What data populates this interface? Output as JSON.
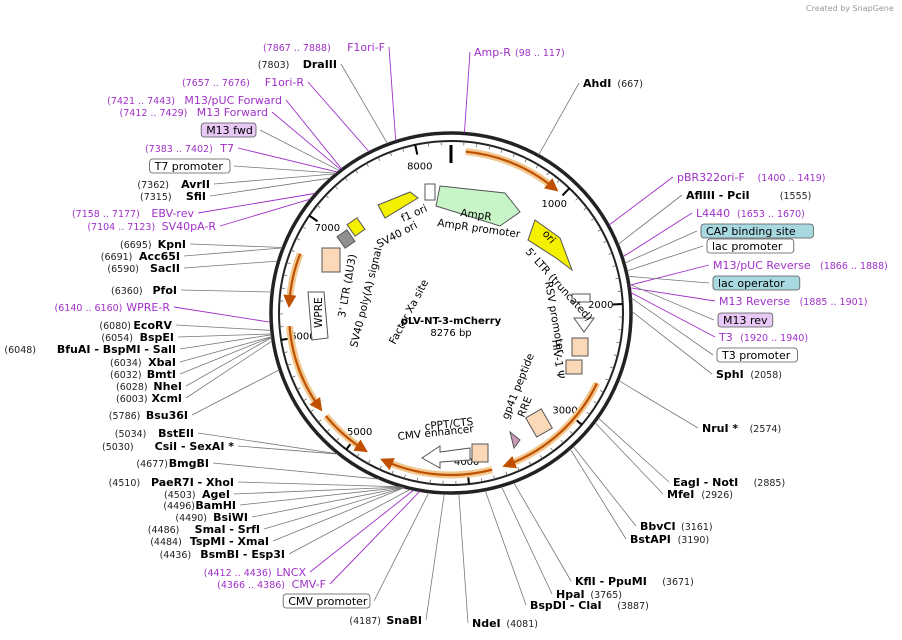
{
  "watermark": "Created by SnapGene",
  "plasmid": {
    "name": "pLV-NT-3-mCherry",
    "size": "8276 bp"
  },
  "ticks": [
    "1000",
    "2000",
    "3000",
    "4000",
    "5000",
    "6000",
    "7000",
    "8000"
  ],
  "features": {
    "ampr": "AmpR",
    "ampr_promoter": "AmpR promoter",
    "f1_ori": "f1 ori",
    "sv40_ori": "SV40 ori",
    "ori": "ori",
    "ltr5": "5' LTR (truncated)",
    "rsv": "RSV promoter",
    "hiv": "HIV-1 Ψ",
    "rre": "RRE",
    "gp41": "gp41 peptide",
    "cppt": "cPPT/CTS",
    "cmv_enh": "CMV enhancer",
    "wpre": "WPRE",
    "ltr3": "3' LTR (ΔU3)",
    "sv40pa": "SV40 poly(A) signal",
    "factor_xa": "Factor Xa site"
  },
  "left_labels": [
    {
      "id": "f1ori_f",
      "pos": "(7867 .. 7888)",
      "name": "F1ori-F",
      "kind": "primer"
    },
    {
      "id": "draiii",
      "pos": "(7803)",
      "name": "DraIII",
      "kind": "enzyme"
    },
    {
      "id": "f1ori_r",
      "pos": "(7657 .. 7676)",
      "name": "F1ori-R",
      "kind": "primer"
    },
    {
      "id": "m13puc_fwd",
      "pos": "(7421 .. 7443)",
      "name": "M13/pUC Forward",
      "kind": "primer"
    },
    {
      "id": "m13_forward",
      "pos": "(7412 .. 7429)",
      "name": "M13 Forward",
      "kind": "primer"
    },
    {
      "id": "m13_fwd",
      "pos": "",
      "name": "M13 fwd",
      "kind": "box-purple"
    },
    {
      "id": "t7",
      "pos": "(7383 .. 7402)",
      "name": "T7",
      "kind": "primer"
    },
    {
      "id": "t7_promoter",
      "pos": "",
      "name": "T7 promoter",
      "kind": "box-white"
    },
    {
      "id": "avrii",
      "pos": "(7362)",
      "name": "AvrII",
      "kind": "enzyme"
    },
    {
      "id": "sfii",
      "pos": "(7315)",
      "name": "SfiI",
      "kind": "enzyme"
    },
    {
      "id": "ebv_rev",
      "pos": "(7158 .. 7177)",
      "name": "EBV-rev",
      "kind": "primer"
    },
    {
      "id": "sv40pa_r",
      "pos": "(7104 .. 7123)",
      "name": "SV40pA-R",
      "kind": "primer"
    },
    {
      "id": "kpni",
      "pos": "(6695)",
      "name": "KpnI",
      "kind": "enzyme"
    },
    {
      "id": "acc65i",
      "pos": "(6691)",
      "name": "Acc65I",
      "kind": "enzyme"
    },
    {
      "id": "saci",
      "pos": "(6590)",
      "name": "SacII",
      "kind": "enzyme"
    },
    {
      "id": "pfoi",
      "pos": "(6360)",
      "name": "PfoI",
      "kind": "enzyme"
    },
    {
      "id": "wpre_r",
      "pos": "(6140 .. 6160)",
      "name": "WPRE-R",
      "kind": "primer"
    },
    {
      "id": "ecorv",
      "pos": "(6080)",
      "name": "EcoRV",
      "kind": "enzyme"
    },
    {
      "id": "bspei",
      "pos": "(6054)",
      "name": "BspEI",
      "kind": "enzyme"
    },
    {
      "id": "bfuai",
      "pos": "(6048)",
      "name": "BfuAI - BspMI - SalI",
      "kind": "enzyme"
    },
    {
      "id": "xbai",
      "pos": "(6034)",
      "name": "XbaI",
      "kind": "enzyme"
    },
    {
      "id": "bmti",
      "pos": "(6032)",
      "name": "BmtI",
      "kind": "enzyme"
    },
    {
      "id": "nhei",
      "pos": "(6028)",
      "name": "NheI",
      "kind": "enzyme"
    },
    {
      "id": "xcmi",
      "pos": "(6003)",
      "name": "XcmI",
      "kind": "enzyme"
    },
    {
      "id": "bsu36i",
      "pos": "(5786)",
      "name": "Bsu36I",
      "kind": "enzyme"
    },
    {
      "id": "bsteii",
      "pos": "(5034)",
      "name": "BstEII",
      "kind": "enzyme"
    },
    {
      "id": "csii",
      "pos": "(5030)",
      "name": "CsiI - SexAI *",
      "kind": "enzyme"
    },
    {
      "id": "bmgbi",
      "pos": "(4677)",
      "name": "BmgBI",
      "kind": "enzyme"
    },
    {
      "id": "paer7i",
      "pos": "(4510)",
      "name": "PaeR7I - XhoI",
      "kind": "enzyme"
    },
    {
      "id": "agei",
      "pos": "(4503)",
      "name": "AgeI",
      "kind": "enzyme"
    },
    {
      "id": "bamhi",
      "pos": "(4496)",
      "name": "BamHI",
      "kind": "enzyme"
    },
    {
      "id": "bsiwi",
      "pos": "(4490)",
      "name": "BsiWI",
      "kind": "enzyme"
    },
    {
      "id": "smai",
      "pos": "(4486)",
      "name": "SmaI - SrfI",
      "kind": "enzyme"
    },
    {
      "id": "tspmi",
      "pos": "(4484)",
      "name": "TspMI - XmaI",
      "kind": "enzyme"
    },
    {
      "id": "bsmbi",
      "pos": "(4436)",
      "name": "BsmBI - Esp3I",
      "kind": "enzyme"
    },
    {
      "id": "lncx",
      "pos": "(4412 .. 4436)",
      "name": "LNCX",
      "kind": "primer"
    },
    {
      "id": "cmv_f",
      "pos": "(4366 .. 4386)",
      "name": "CMV-F",
      "kind": "primer"
    },
    {
      "id": "cmv_promoter",
      "pos": "",
      "name": "CMV promoter",
      "kind": "box-white"
    },
    {
      "id": "snabi",
      "pos": "(4187)",
      "name": "SnaBI",
      "kind": "enzyme"
    }
  ],
  "right_labels": [
    {
      "id": "amp_r",
      "pos": "(98 .. 117)",
      "name": "Amp-R",
      "kind": "primer"
    },
    {
      "id": "ahdi",
      "pos": "(667)",
      "name": "AhdI",
      "kind": "enzyme"
    },
    {
      "id": "pbr322ori_f",
      "pos": "(1400 .. 1419)",
      "name": "pBR322ori-F",
      "kind": "primer"
    },
    {
      "id": "afliii",
      "pos": "(1555)",
      "name": "AflIII - PciI",
      "kind": "enzyme"
    },
    {
      "id": "l4440",
      "pos": "(1653 .. 1670)",
      "name": "L4440",
      "kind": "primer"
    },
    {
      "id": "cap_site",
      "pos": "",
      "name": "CAP binding site",
      "kind": "box-teal"
    },
    {
      "id": "lac_promoter",
      "pos": "",
      "name": "lac promoter",
      "kind": "box-white"
    },
    {
      "id": "m13puc_rev",
      "pos": "(1866 .. 1888)",
      "name": "M13/pUC Reverse",
      "kind": "primer"
    },
    {
      "id": "lac_operator",
      "pos": "",
      "name": "lac operator",
      "kind": "box-teal"
    },
    {
      "id": "m13_reverse",
      "pos": "(1885 .. 1901)",
      "name": "M13 Reverse",
      "kind": "primer"
    },
    {
      "id": "m13_rev",
      "pos": "",
      "name": "M13 rev",
      "kind": "box-purple"
    },
    {
      "id": "t3",
      "pos": "(1920 .. 1940)",
      "name": "T3",
      "kind": "primer"
    },
    {
      "id": "t3_promoter",
      "pos": "",
      "name": "T3 promoter",
      "kind": "box-white"
    },
    {
      "id": "sphi",
      "pos": "(2058)",
      "name": "SphI",
      "kind": "enzyme"
    },
    {
      "id": "nrui",
      "pos": "(2574)",
      "name": "NruI *",
      "kind": "enzyme"
    },
    {
      "id": "eagi",
      "pos": "(2885)",
      "name": "EagI - NotI",
      "kind": "enzyme"
    },
    {
      "id": "mfei",
      "pos": "(2926)",
      "name": "MfeI",
      "kind": "enzyme"
    },
    {
      "id": "bbvci",
      "pos": "(3161)",
      "name": "BbvCI",
      "kind": "enzyme"
    },
    {
      "id": "bstapi",
      "pos": "(3190)",
      "name": "BstAPI",
      "kind": "enzyme"
    },
    {
      "id": "kfli",
      "pos": "(3671)",
      "name": "KflI - PpuMI",
      "kind": "enzyme"
    },
    {
      "id": "hpai",
      "pos": "(3765)",
      "name": "HpaI",
      "kind": "enzyme"
    },
    {
      "id": "bspdi",
      "pos": "(3887)",
      "name": "BspDI - ClaI",
      "kind": "enzyme"
    },
    {
      "id": "ndei",
      "pos": "(4081)",
      "name": "NdeI",
      "kind": "enzyme"
    }
  ],
  "colors": {
    "primer": "#a030c8",
    "enzyme": "#000000",
    "yellow_feature": "#f5f000",
    "green_feature": "#c8f5c8",
    "orange_arc": "#e8a020",
    "box_teal": "#a8d8e0",
    "box_purple": "#e8c8f5",
    "peach_feature": "#fbd8b8",
    "gray_feature": "#909090"
  }
}
